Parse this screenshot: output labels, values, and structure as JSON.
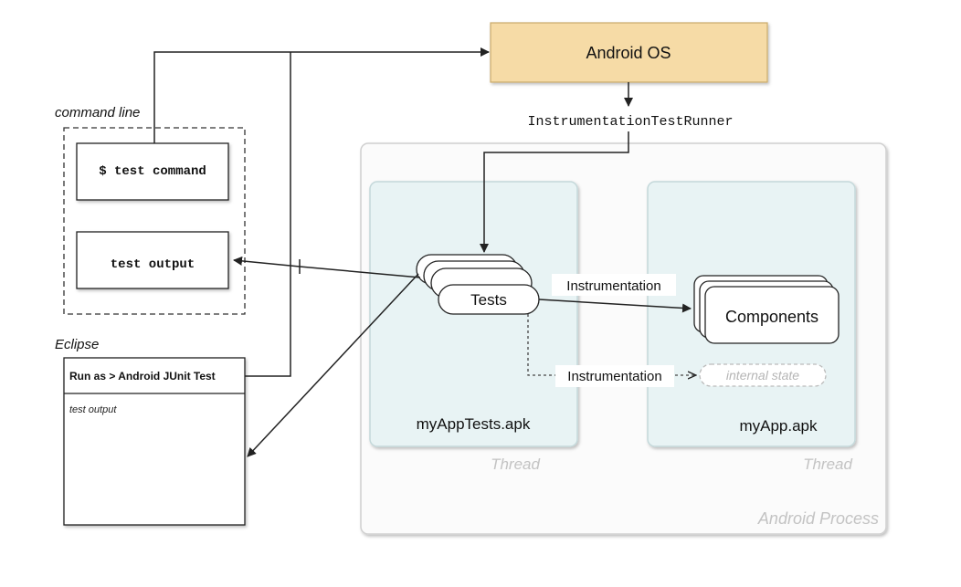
{
  "diagram": {
    "android_os": {
      "label": "Android OS",
      "fill": "#f6dba6",
      "stroke": "#c9a96a"
    },
    "runner_label": "InstrumentationTestRunner",
    "command_line": {
      "caption": "command line",
      "command": "$ test command",
      "output": "test output"
    },
    "eclipse": {
      "caption": "Eclipse",
      "run_as": "Run as > Android JUnit Test",
      "output": "test output"
    },
    "process": {
      "label": "Android Process"
    },
    "tests_apk": {
      "label": "myAppTests.apk",
      "thread": "Thread",
      "tests": "Tests"
    },
    "app_apk": {
      "label": "myApp.apk",
      "thread": "Thread",
      "components": "Components",
      "internal_state": "internal state"
    },
    "instrumentation_1": "Instrumentation",
    "instrumentation_2": "Instrumentation",
    "colors": {
      "thread_fill": "#e8f3f4",
      "thread_stroke": "#c4d8da",
      "process_stroke": "#cfcfcf",
      "ghost_text": "#c3c3c3"
    }
  }
}
